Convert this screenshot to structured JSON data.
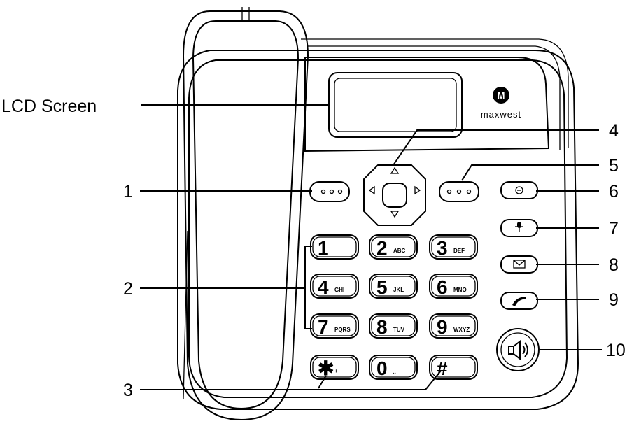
{
  "labels": {
    "lcd": "LCD Screen",
    "n1": "1",
    "n2": "2",
    "n3": "3",
    "n4": "4",
    "n5": "5",
    "n6": "6",
    "n7": "7",
    "n8": "8",
    "n9": "9",
    "n10": "10"
  },
  "brand": {
    "name": "maxwest",
    "logo_letter": "M"
  },
  "keypad": [
    {
      "main": "1",
      "sub": ""
    },
    {
      "main": "2",
      "sub": "ABC"
    },
    {
      "main": "3",
      "sub": "DEF"
    },
    {
      "main": "4",
      "sub": "GHI"
    },
    {
      "main": "5",
      "sub": "JKL"
    },
    {
      "main": "6",
      "sub": "MNO"
    },
    {
      "main": "7",
      "sub": "PQRS"
    },
    {
      "main": "8",
      "sub": "TUV"
    },
    {
      "main": "9",
      "sub": "WXYZ"
    },
    {
      "main": "✱",
      "sub": "+"
    },
    {
      "main": "0",
      "sub": "⎵"
    },
    {
      "main": "#",
      "sub": ""
    }
  ],
  "icons": {
    "left_soft": "dots-icon",
    "right_soft": "dots-icon",
    "redial": "redial-icon",
    "mute": "microphone-icon",
    "message": "envelope-icon",
    "call": "handset-icon",
    "speaker": "speaker-icon"
  }
}
